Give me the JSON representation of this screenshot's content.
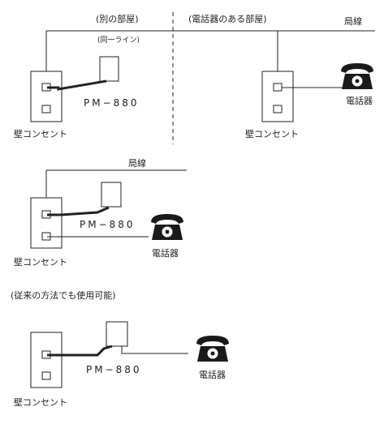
{
  "labels": {
    "other_room": "(別の部屋)",
    "phone_room": "(電話器のある部屋)",
    "same_line": "(同一ライン)",
    "outside_line": "局線",
    "wall_outlet": "壁コンセント",
    "telephone": "電話器",
    "model": "PM−880",
    "conventional_method": "(従来の方法でも使用可能)"
  }
}
